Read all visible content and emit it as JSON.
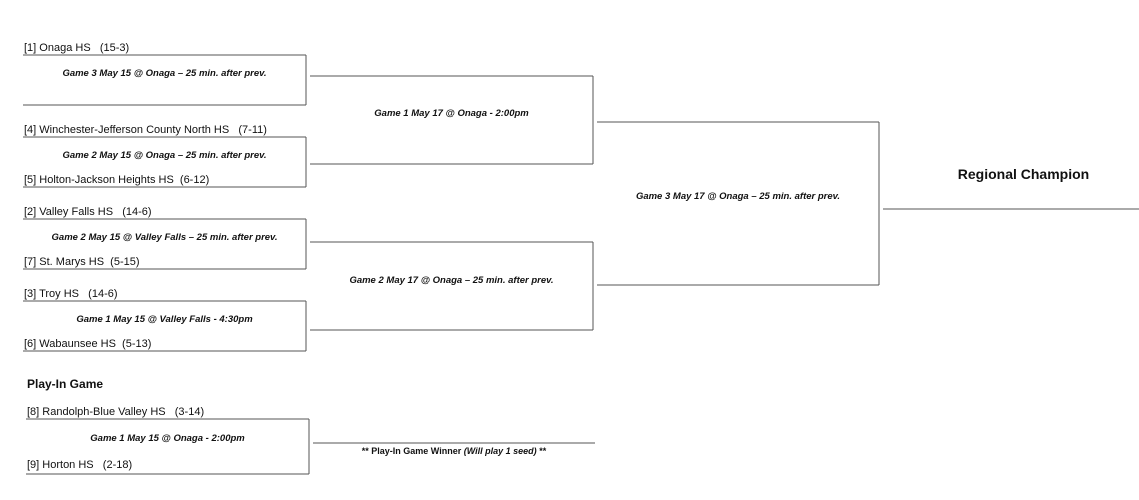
{
  "bracket": {
    "champion_label": "Regional Champion",
    "round1": {
      "matchup1": {
        "top_team": "[1] Onaga HS   (15-3)",
        "game": "Game 3 May 15 @ Onaga – 25 min. after prev."
      },
      "matchup2": {
        "top_team": "[4] Winchester-Jefferson County North HS   (7-11)",
        "game": "Game 2 May 15 @ Onaga – 25 min. after prev.",
        "bottom_team": "[5] Holton-Jackson Heights HS  (6-12)"
      },
      "matchup3": {
        "top_team": "[2] Valley Falls HS   (14-6)",
        "game": "Game 2 May 15 @ Valley Falls – 25 min. after prev.",
        "bottom_team": "[7] St. Marys HS  (5-15)"
      },
      "matchup4": {
        "top_team": "[3] Troy HS   (14-6)",
        "game": "Game 1 May 15 @ Valley Falls - 4:30pm",
        "bottom_team": "[6] Wabaunsee HS  (5-13)"
      }
    },
    "semifinals": {
      "top_game": "Game 1 May 17 @ Onaga - 2:00pm",
      "bottom_game": "Game 2 May 17 @ Onaga – 25 min. after prev."
    },
    "final": {
      "game": "Game 3 May 17 @ Onaga – 25 min. after prev."
    },
    "play_in": {
      "heading": "Play-In Game",
      "top_team": "[8] Randolph-Blue Valley HS   (3-14)",
      "game": "Game 1 May 15 @ Onaga - 2:00pm",
      "bottom_team": "[9] Horton HS   (2-18)",
      "winner_note_prefix": "** Play-In Game Winner ",
      "winner_note_italic": "(Will play 1 seed)",
      "winner_note_suffix": " **"
    }
  }
}
